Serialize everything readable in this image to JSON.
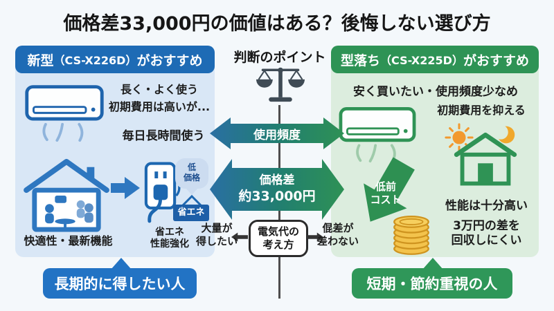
{
  "title": "価格差33,000円の価値はある？後悔しない選び方",
  "center": {
    "header": "判断のポイント",
    "arrow_usage": "使用頻度",
    "arrow_price_line1": "価格差",
    "arrow_price_line2": "約33,000円",
    "box_line1": "電気代の",
    "box_line2": "考え方",
    "left_note_line1": "大量が",
    "left_note_line2": "得したい",
    "right_note_line1": "倱差が",
    "right_note_line2": "差わない"
  },
  "left": {
    "header_prefix": "新型",
    "header_model": "（CS-X226D）",
    "header_suffix": "がおすすめ",
    "note_line1": "長く・よく使う",
    "note_line2": "初期費用は高いが...",
    "usage": "毎日長時間使う",
    "comfort": "快適性・最新機能",
    "balloon_line1": "低",
    "balloon_line2": "価格",
    "badge_eco": "省エネ",
    "eco_line1": "省エネ",
    "eco_line2": "性能強化",
    "callout": "長期的に得したい人"
  },
  "right": {
    "header_prefix": "型落ち",
    "header_model": "（CS-X225D）",
    "header_suffix": "がおすすめ",
    "note_line1": "安く買いたい・使用頻度少なめ",
    "note_line2": "初期費用を抑える",
    "arrow_line1": "低前",
    "arrow_line2": "コスト",
    "performance": "性能は十分高い",
    "recover_line1": "3万円の差を",
    "recover_line2": "回収しにくい",
    "callout": "短期・節約重視の人"
  },
  "colors": {
    "blue": "#1e6bb5",
    "blue_light_bg": "#d9e7f6",
    "green": "#2e9355",
    "green_light_bg": "#dcedde",
    "arrow_gradient_left": "#2a6fa3",
    "arrow_gradient_right": "#2e9155",
    "callout_blue": "#2273c4",
    "callout_green": "#2f9759",
    "coin_gold": "#f3c34c",
    "sun_orange": "#f2992e",
    "scale_gray": "#3f4b55"
  }
}
